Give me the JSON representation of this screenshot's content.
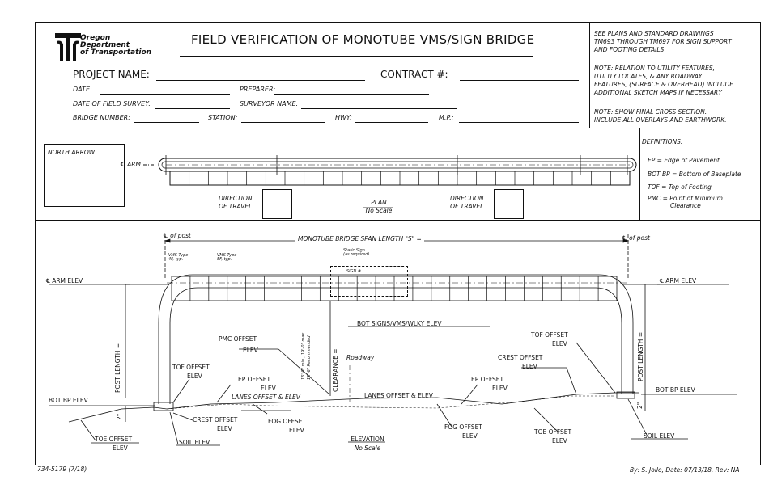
{
  "agency": {
    "line1": "Oregon",
    "line2": "Department",
    "line3": "of Transportation"
  },
  "form_title": "FIELD VERIFICATION OF MONOTUBE VMS/SIGN BRIDGE",
  "fields": {
    "project_name": "PROJECT NAME:",
    "contract": "CONTRACT #:",
    "date": "DATE:",
    "preparer": "PREPARER:",
    "date_field_survey": "DATE OF FIELD SURVEY:",
    "surveyor_name": "SURVEYOR NAME:",
    "bridge_number": "BRIDGE NUMBER:",
    "station": "STATION:",
    "hwy": "HWY:",
    "mp": "M.P.:"
  },
  "notes": {
    "n1": [
      "SEE PLANS AND STANDARD DRAWINGS",
      "TM693 THROUGH TM697 FOR SIGN SUPPORT",
      "AND FOOTING DETAILS"
    ],
    "n2": [
      "NOTE: RELATION TO UTILITY FEATURES,",
      "UTILITY LOCATES, & ANY ROADWAY",
      "FEATURES, (SURFACE & OVERHEAD) INCLUDE",
      "ADDITIONAL SKETCH MAPS IF NECESSARY"
    ],
    "n3": [
      "NOTE: SHOW FINAL CROSS SECTION.",
      "INCLUDE ALL OVERLAYS AND EARTHWORK."
    ]
  },
  "plan": {
    "north_arrow": "NORTH ARROW",
    "arm": "℄ ARM",
    "dir_left": [
      "DIRECTION",
      "OF TRAVEL"
    ],
    "dir_right": [
      "DIRECTION",
      "OF TRAVEL"
    ],
    "plan_label": "PLAN",
    "no_scale": "No Scale"
  },
  "definitions": {
    "title": "DEFINITIONS:",
    "items": [
      "EP = Edge of Pavement",
      "BOT BP = Bottom of Baseplate",
      "TOF = Top of Footing",
      "PMC = Point of Minimum",
      "Clearance"
    ]
  },
  "elevation": {
    "post_left": "℄ of post",
    "post_right": "℄ of post",
    "span": "MONOTUBE BRIDGE SPAN LENGTH \"S\" =",
    "vms_type_4": [
      "VMS Type",
      "4F, typ."
    ],
    "vms_type_5": [
      "VMS Type",
      "5F, typ."
    ],
    "static_sign": [
      "Static Sign",
      "(as required)"
    ],
    "sign_no": "SIGN #",
    "arm_elev_left": "℄ ARM   ELEV",
    "arm_elev_right": "℄ ARM   ELEV",
    "bot_signs": "BOT SIGNS/VMS/WLKY   ELEV",
    "pmc": [
      "PMC   OFFSET",
      "ELEV"
    ],
    "clearance_rec": [
      "16'-0\" min., 19'-0\" max.",
      "18'-6\" Recommended"
    ],
    "clearance": "CLEARANCE =",
    "roadway": "Roadway",
    "tof_left": [
      "TOF  OFFSET",
      "ELEV"
    ],
    "tof_right": [
      "TOF   OFFSET",
      "ELEV"
    ],
    "crest_right": [
      "CREST   OFFSET",
      "ELEV"
    ],
    "ep_left": [
      "EP    OFFSET",
      "ELEV"
    ],
    "ep_right": [
      "EP    OFFSET",
      "ELEV"
    ],
    "lanes_left": "LANES OFFSET & ELEV",
    "lanes_right": "LANES OFFSET & ELEV",
    "post_length": "POST LENGTH =",
    "bot_bp_left": "BOT BP   ELEV",
    "bot_bp_right": "BOT BP    ELEV",
    "two_in": "2\"",
    "crest_left": [
      "CREST  OFFSET",
      "ELEV"
    ],
    "fog_left": [
      "FOG   OFFSET",
      "ELEV"
    ],
    "fog_right": [
      "FOG   OFFSET",
      "ELEV"
    ],
    "toe_left": [
      "TOE   OFFSET",
      "ELEV"
    ],
    "toe_right": [
      "TOE   OFFSET",
      "ELEV"
    ],
    "soil_left": "SOIL   ELEV",
    "soil_right": "SOIL  ELEV",
    "elev_title": "ELEVATION",
    "elev_scale": "No Scale"
  },
  "footer": {
    "form_no": "734-5179 (7/18)",
    "credit": "By: S. Jollo,  Date: 07/13/18,  Rev: NA"
  }
}
